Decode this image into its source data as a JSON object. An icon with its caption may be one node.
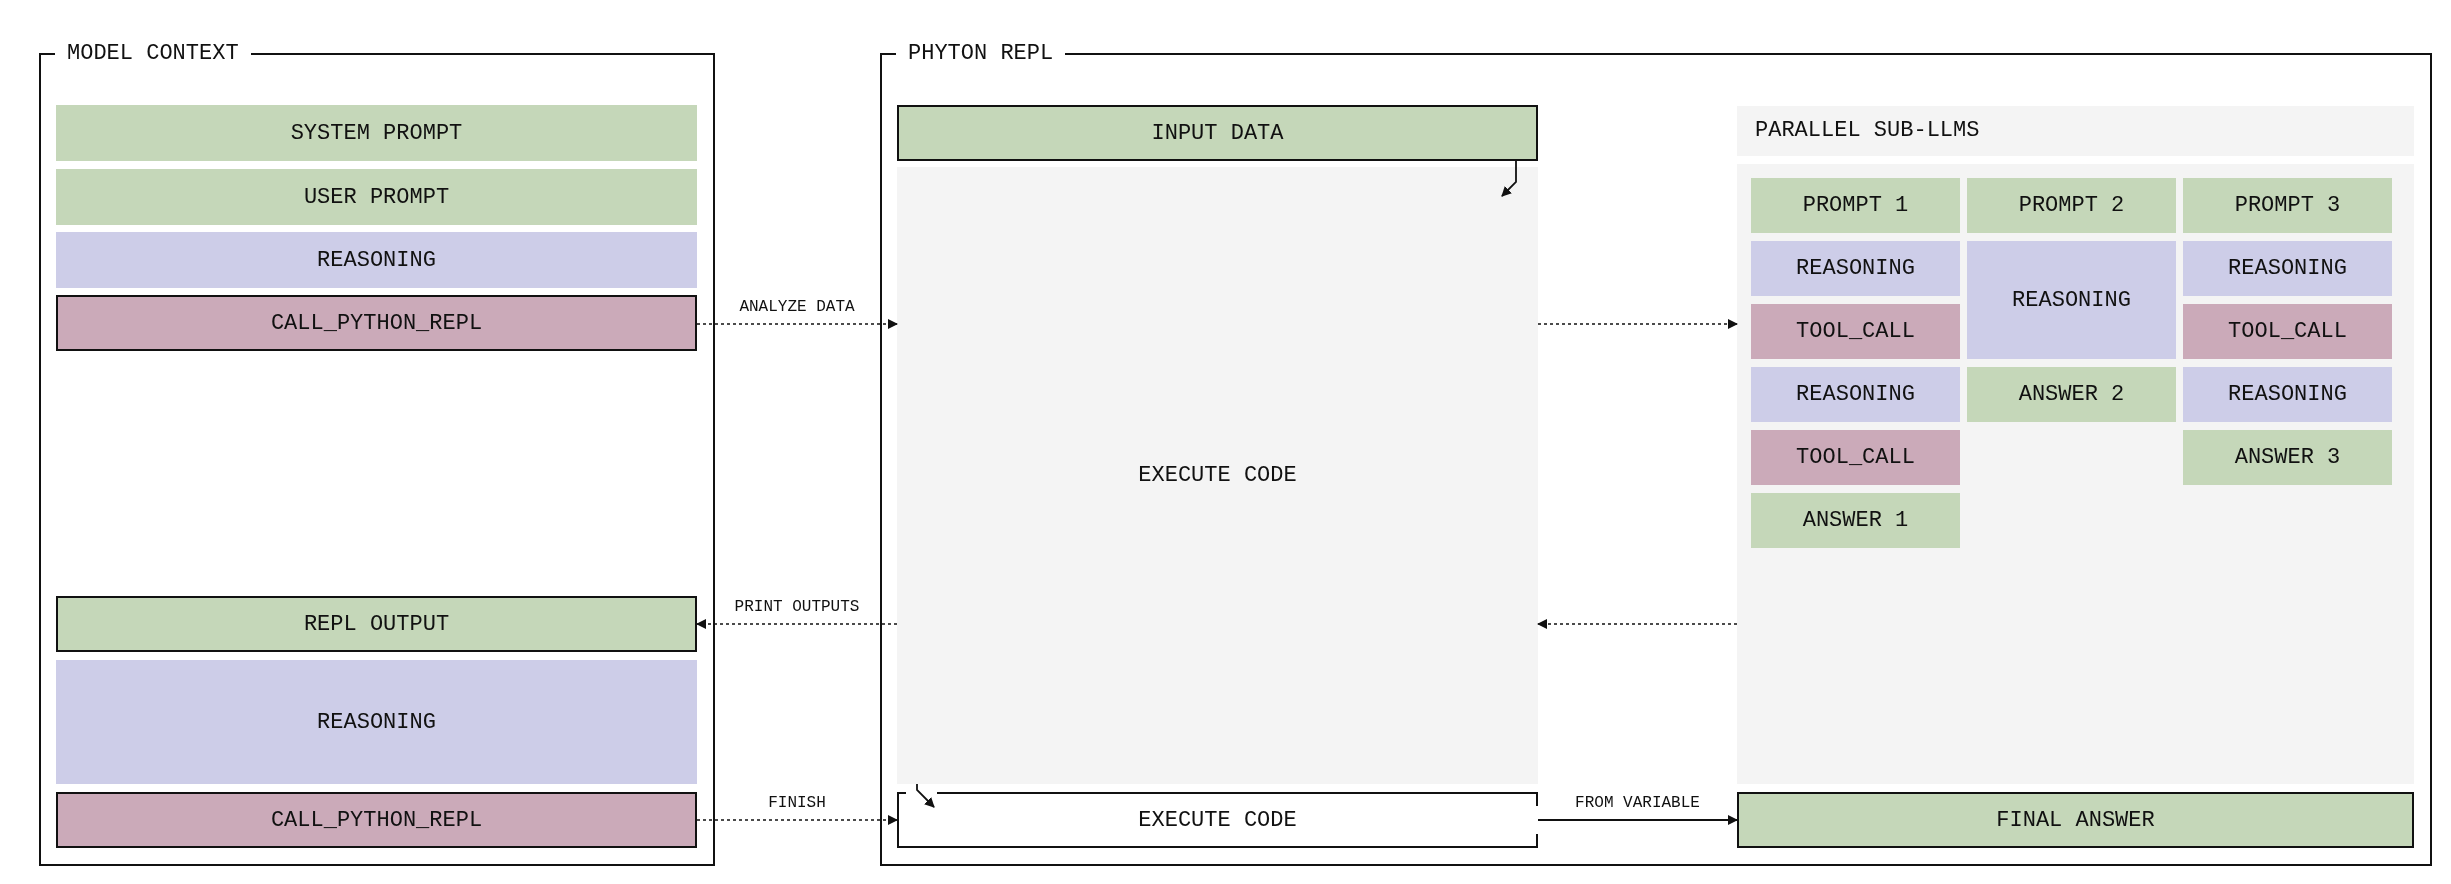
{
  "diagram": {
    "nodes": [
      {
        "text": [
          "MODEL CONTEXT"
        ]
      },
      {
        "text": [
          "SYSTEM PROMPT"
        ],
        "in": 0
      },
      {
        "text": [
          "USER PROMPT"
        ],
        "in": 0
      },
      {
        "text": [
          "REASONING"
        ],
        "in": 0
      },
      {
        "text": [
          "CALL_PYTHON_REPL"
        ],
        "in": 0
      },
      {
        "text": [
          "REPL OUTPUT"
        ],
        "in": 0
      },
      {
        "text": [
          "REASONING"
        ],
        "in": 0
      },
      {
        "text": [
          "CALL_PYTHON_REPL"
        ],
        "in": 0
      },
      {
        "text": [
          "PHYTON REPL"
        ]
      },
      {
        "text": [
          "INPUT DATA"
        ],
        "in": 8
      },
      {
        "text": [
          "EXECUTE CODE"
        ],
        "in": 8
      },
      {
        "text": [
          "EXECUTE CODE"
        ],
        "in": 8
      },
      {
        "text": [
          "PARALLEL SUB-LLMS"
        ],
        "in": 8
      },
      {
        "text": [
          "PROMPT 1"
        ],
        "in": 12
      },
      {
        "text": [
          "PROMPT 2"
        ],
        "in": 12
      },
      {
        "text": [
          "PROMPT 3"
        ],
        "in": 12
      },
      {
        "text": [
          "REASONING"
        ],
        "in": 12
      },
      {
        "text": [
          "REASONING"
        ],
        "in": 12
      },
      {
        "text": [
          "REASONING"
        ],
        "in": 12
      },
      {
        "text": [
          "TOOL_CALL"
        ],
        "in": 12
      },
      {
        "text": [
          "TOOL_CALL"
        ],
        "in": 12
      },
      {
        "text": [
          "REASONING"
        ],
        "in": 12
      },
      {
        "text": [
          "ANSWER 2"
        ],
        "in": 12
      },
      {
        "text": [
          "REASONING"
        ],
        "in": 12
      },
      {
        "text": [
          "TOOL_CALL"
        ],
        "in": 12
      },
      {
        "text": [
          "ANSWER 3"
        ],
        "in": 12
      },
      {
        "text": [
          "ANSWER 1"
        ],
        "in": 12
      },
      {
        "text": [
          "FINAL ANSWER"
        ],
        "in": 8
      }
    ],
    "edges": [
      {
        "from": 4,
        "to": 10,
        "arrow": "to",
        "label": "ANALYZE DATA",
        "style": "dashed"
      },
      {
        "from": 10,
        "to": 12,
        "arrow": "to",
        "style": "dashed"
      },
      {
        "from": 12,
        "to": 10,
        "arrow": "to",
        "style": "dashed"
      },
      {
        "from": 10,
        "to": 5,
        "arrow": "to",
        "label": "PRINT OUTPUTS",
        "style": "dashed"
      },
      {
        "from": 7,
        "to": 11,
        "arrow": "to",
        "label": "FINISH",
        "style": "dashed"
      },
      {
        "from": 11,
        "to": 27,
        "arrow": "to",
        "label": "FROM VARIABLE"
      },
      {
        "from": 9,
        "to": 10,
        "arrow": "to"
      },
      {
        "from": 10,
        "to": 11,
        "arrow": "to"
      }
    ]
  }
}
